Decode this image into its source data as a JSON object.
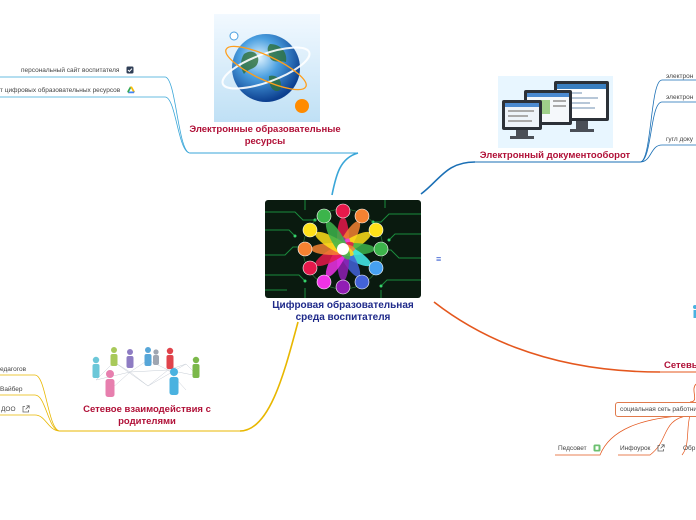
{
  "central": {
    "title": "Цифровая образовательная среда воспитателя",
    "image": "colorful-lotus-circuit-board-image"
  },
  "branches": {
    "resources": {
      "title": "Электронные образовательные ресурсы",
      "color": "#3aa6d8",
      "image": "globe-image",
      "leaves": [
        "персональный сайт воспитателя",
        "т цифровых образовательных ресурсов"
      ]
    },
    "docflow": {
      "title": "Электронный документооборот",
      "color": "#1a6fb5",
      "image": "computer-monitors-image",
      "leaves": [
        "электрон",
        "электрон",
        "гугл доку"
      ]
    },
    "parents": {
      "title": "Сетевое взаимодействия с родителями",
      "color": "#e8b700",
      "image": "people-network-image",
      "leaves": [
        "едагогов",
        "Вайбер",
        "ДОО"
      ]
    },
    "network": {
      "title": "Сетевы",
      "color": "#e4571e",
      "sub": "социальная сеть работни",
      "leaves": [
        "Педсовет",
        "Инфоурок",
        "Обр"
      ]
    }
  },
  "notes_marker": "≡"
}
